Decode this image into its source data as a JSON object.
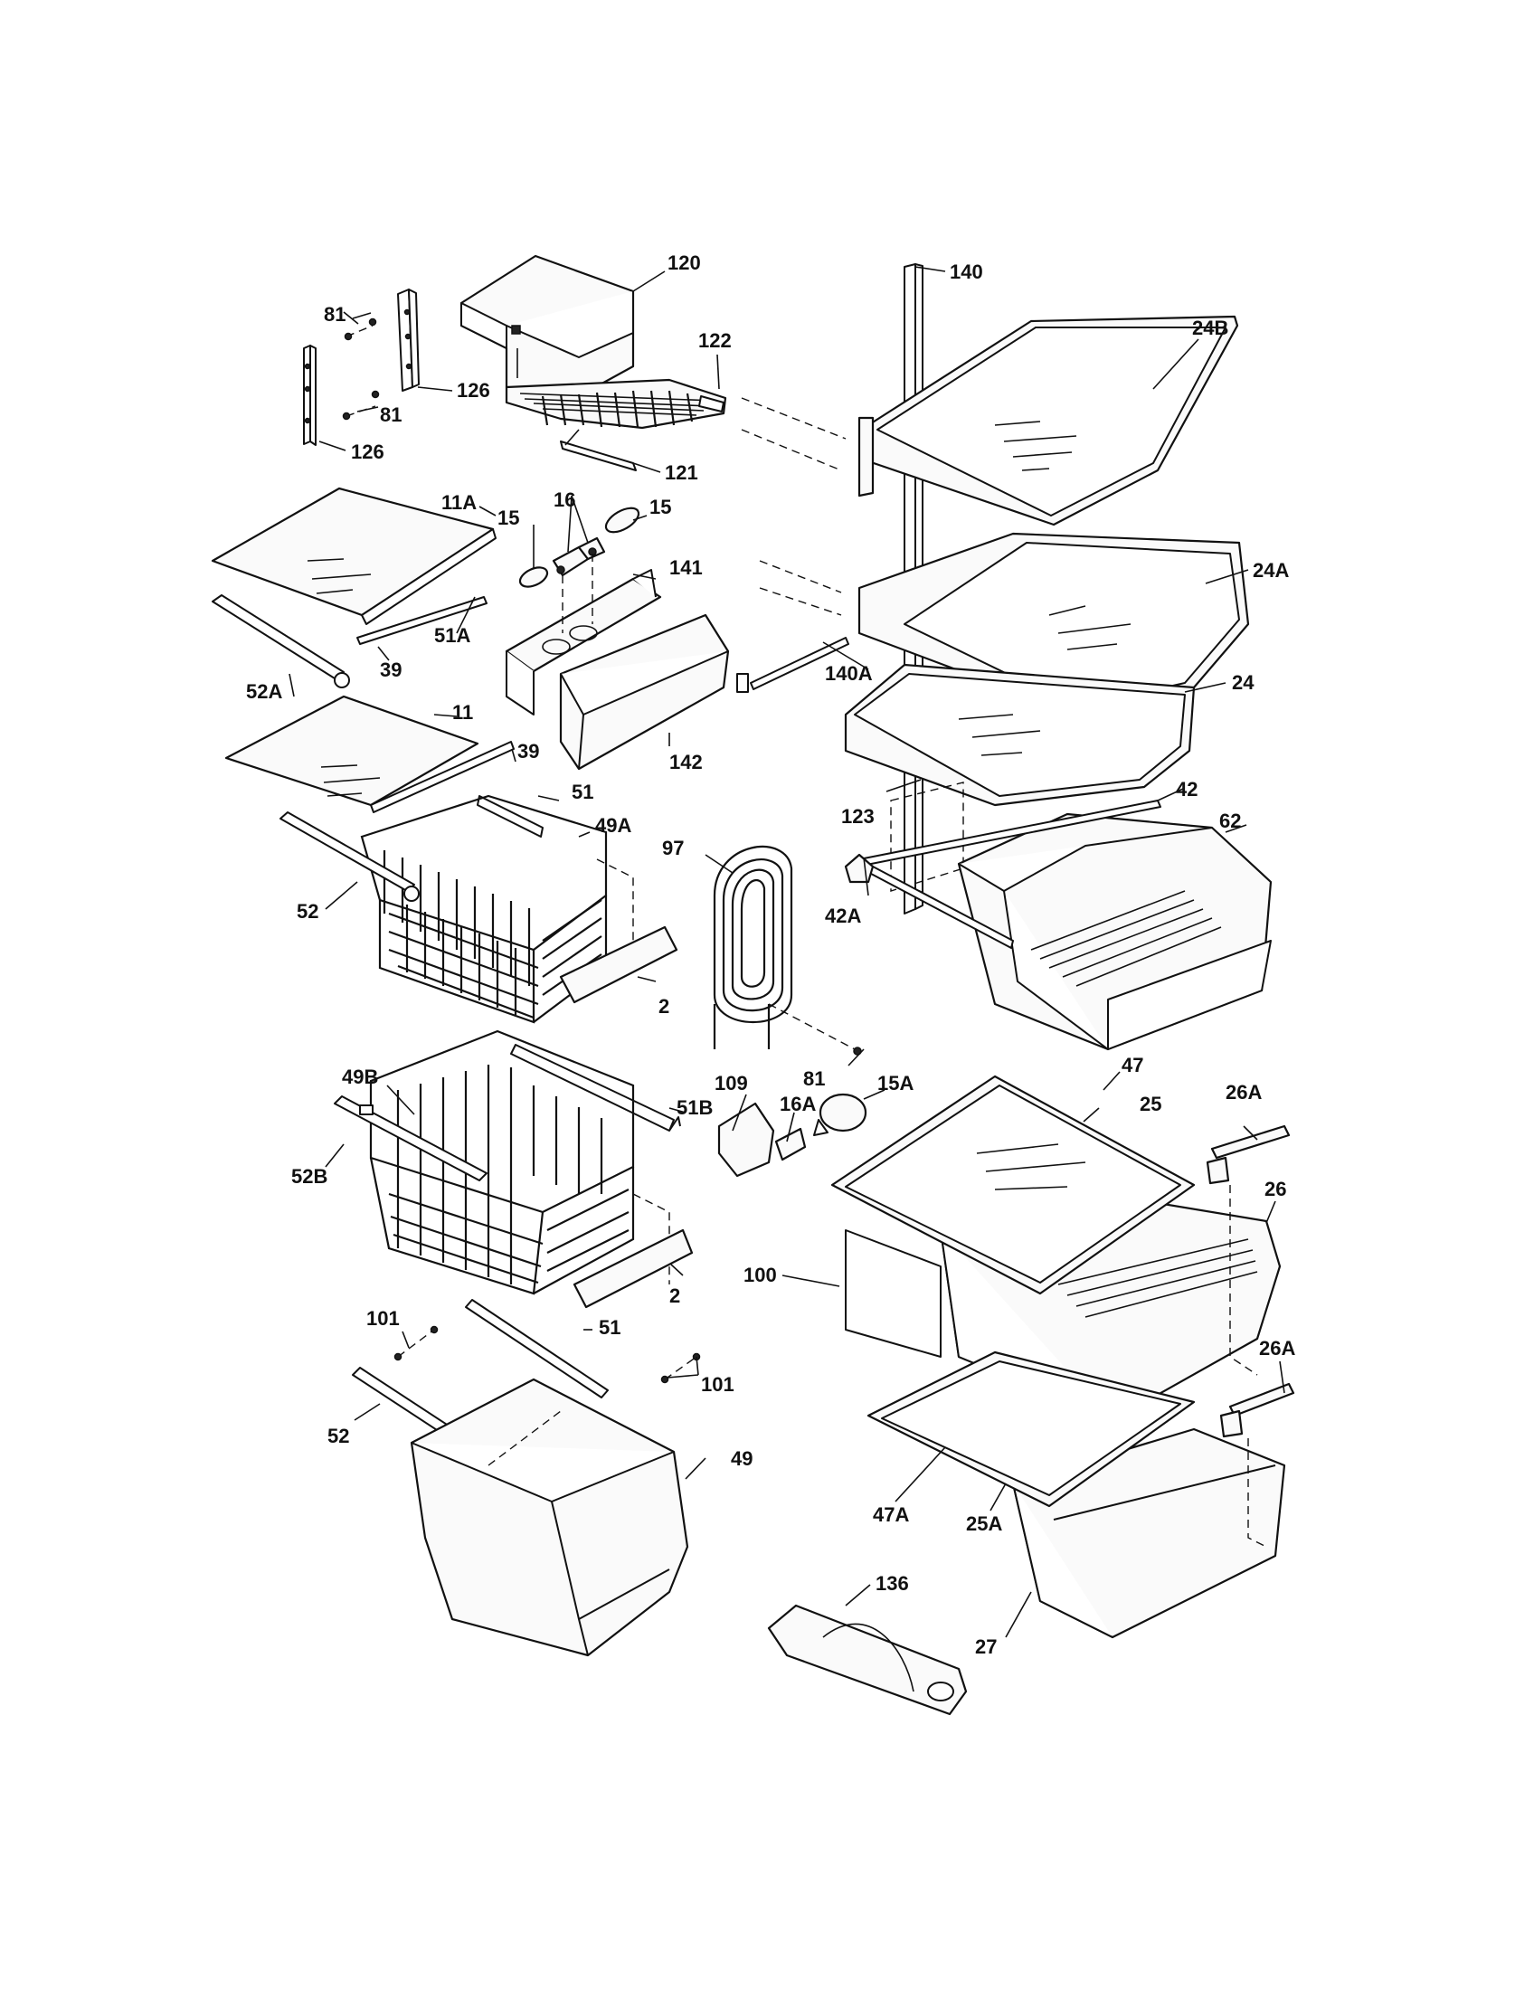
{
  "labels": [
    {
      "id": "81-top",
      "text": "81"
    },
    {
      "id": "126-upper",
      "text": "126"
    },
    {
      "id": "81-mid",
      "text": "81"
    },
    {
      "id": "126-lower",
      "text": "126"
    },
    {
      "id": "120",
      "text": "120"
    },
    {
      "id": "122",
      "text": "122"
    },
    {
      "id": "121",
      "text": "121"
    },
    {
      "id": "140",
      "text": "140"
    },
    {
      "id": "24B",
      "text": "24B"
    },
    {
      "id": "24A",
      "text": "24A"
    },
    {
      "id": "24",
      "text": "24"
    },
    {
      "id": "140A",
      "text": "140A"
    },
    {
      "id": "123",
      "text": "123"
    },
    {
      "id": "42",
      "text": "42"
    },
    {
      "id": "62",
      "text": "62"
    },
    {
      "id": "42A",
      "text": "42A"
    },
    {
      "id": "11A",
      "text": "11A"
    },
    {
      "id": "15-left",
      "text": "15"
    },
    {
      "id": "16",
      "text": "16"
    },
    {
      "id": "15-right",
      "text": "15"
    },
    {
      "id": "141",
      "text": "141"
    },
    {
      "id": "51A",
      "text": "51A"
    },
    {
      "id": "39-upper",
      "text": "39"
    },
    {
      "id": "52A",
      "text": "52A"
    },
    {
      "id": "11",
      "text": "11"
    },
    {
      "id": "142",
      "text": "142"
    },
    {
      "id": "39-lower",
      "text": "39"
    },
    {
      "id": "51-upper",
      "text": "51"
    },
    {
      "id": "49A",
      "text": "49A"
    },
    {
      "id": "52-upper",
      "text": "52"
    },
    {
      "id": "97",
      "text": "97"
    },
    {
      "id": "2-upper",
      "text": "2"
    },
    {
      "id": "81-lower",
      "text": "81"
    },
    {
      "id": "49B",
      "text": "49B"
    },
    {
      "id": "51B",
      "text": "51B"
    },
    {
      "id": "52B",
      "text": "52B"
    },
    {
      "id": "109",
      "text": "109"
    },
    {
      "id": "16A",
      "text": "16A"
    },
    {
      "id": "15A",
      "text": "15A"
    },
    {
      "id": "47",
      "text": "47"
    },
    {
      "id": "25",
      "text": "25"
    },
    {
      "id": "26A-upper",
      "text": "26A"
    },
    {
      "id": "26",
      "text": "26"
    },
    {
      "id": "2-lower",
      "text": "2"
    },
    {
      "id": "100",
      "text": "100"
    },
    {
      "id": "101-left",
      "text": "101"
    },
    {
      "id": "51-lower",
      "text": "51"
    },
    {
      "id": "101-right",
      "text": "101"
    },
    {
      "id": "26A-lower",
      "text": "26A"
    },
    {
      "id": "52-lower",
      "text": "52"
    },
    {
      "id": "49",
      "text": "49"
    },
    {
      "id": "47A",
      "text": "47A"
    },
    {
      "id": "25A",
      "text": "25A"
    },
    {
      "id": "136",
      "text": "136"
    },
    {
      "id": "27",
      "text": "27"
    }
  ]
}
